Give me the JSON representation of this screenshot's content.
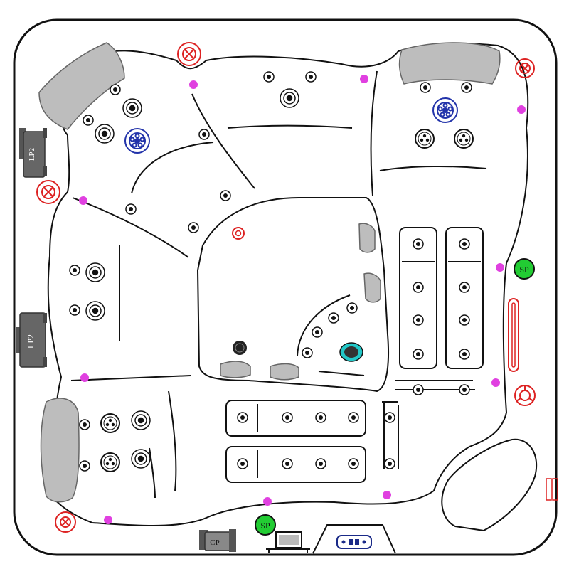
{
  "labels": {
    "pump_top": "LP2",
    "pump_mid": "LP2",
    "sp_right": "SP",
    "sp_bottom": "SP",
    "cp": "CP"
  },
  "colors": {
    "outline": "#111111",
    "seat": "#bdbdbd",
    "seat_stroke": "#666666",
    "light": "#e040e0",
    "air_valve": "#dd2222",
    "blue_jet": "#2233aa",
    "sp_fill": "#22cc33",
    "cyan": "#22c8c8",
    "pump": "#555555"
  },
  "icons": {
    "small_jet": "small-jet-icon",
    "ring_jet": "ring-jet-icon",
    "rotary_jet": "rotary-jet-icon",
    "air_control": "air-control-icon",
    "led_light": "led-light-icon",
    "neck_jet": "neck-jet-icon",
    "pump": "pump-icon",
    "control_panel": "control-panel-icon"
  }
}
